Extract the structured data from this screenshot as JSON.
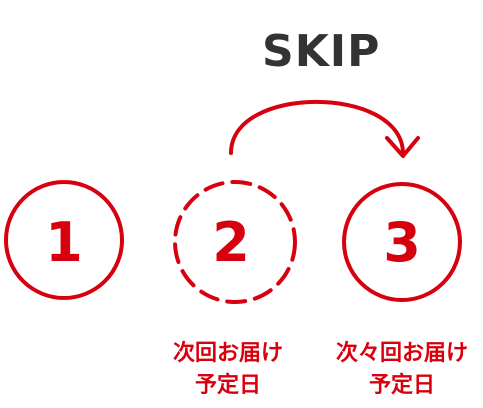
{
  "skip": {
    "label": "SKIP"
  },
  "steps": [
    {
      "number": "1",
      "style": "solid"
    },
    {
      "number": "2",
      "style": "dashed"
    },
    {
      "number": "3",
      "style": "solid"
    }
  ],
  "captions": {
    "next": {
      "line1": "次回お届け",
      "line2": "予定日"
    },
    "after_next": {
      "line1": "次々回お届け",
      "line2": "予定日"
    }
  },
  "colors": {
    "accent": "#d7000f",
    "text_dark": "#333333"
  },
  "icons": {
    "skip_arrow": "curved-arrow-icon"
  }
}
